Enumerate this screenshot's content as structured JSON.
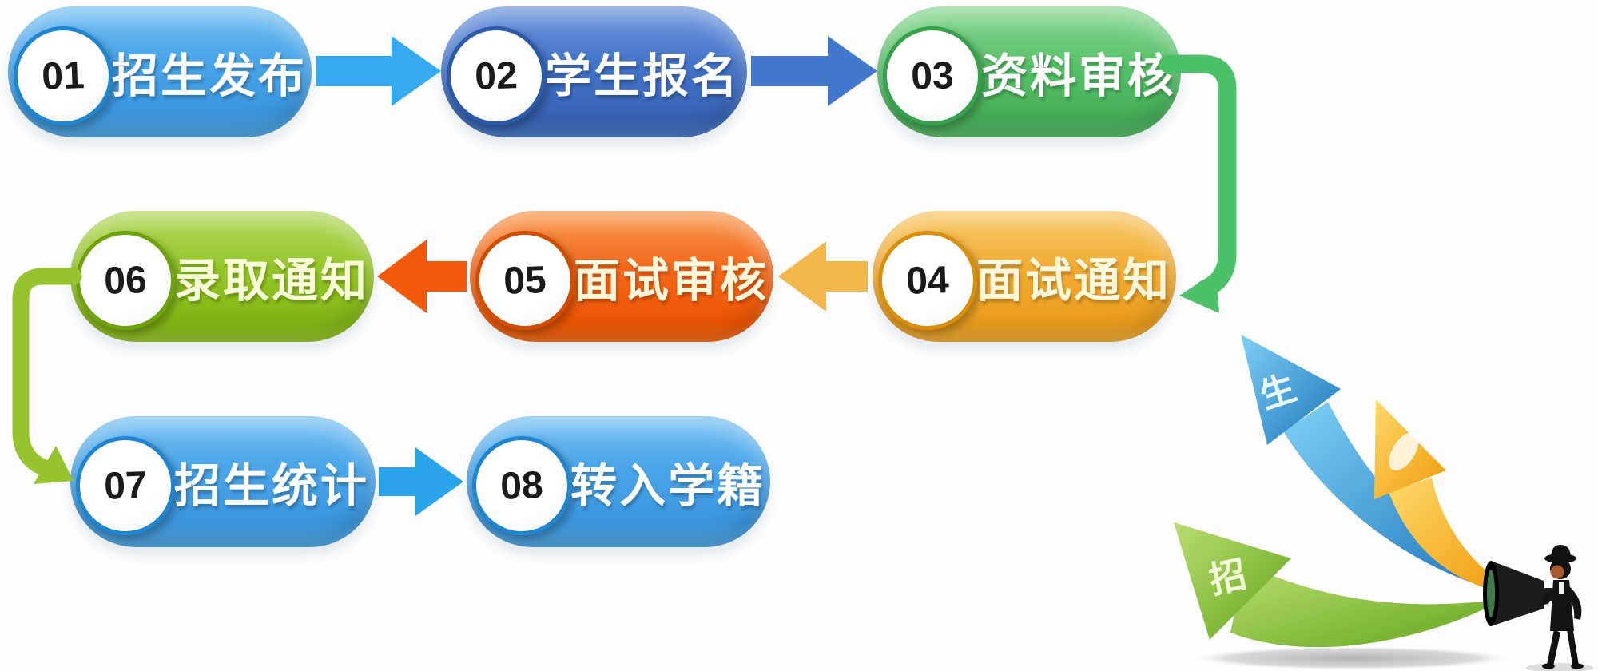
{
  "page": {
    "background": "#fefefe"
  },
  "flow": {
    "steps": [
      {
        "id": "01",
        "label": "招生发布",
        "color": "#4aa5e9"
      },
      {
        "id": "02",
        "label": "学生报名",
        "color": "#4374c9"
      },
      {
        "id": "03",
        "label": "资料审核",
        "color": "#57c169"
      },
      {
        "id": "04",
        "label": "面试通知",
        "color": "#f2ab33"
      },
      {
        "id": "05",
        "label": "面试审核",
        "color": "#f3661a"
      },
      {
        "id": "06",
        "label": "录取通知",
        "color": "#94c527"
      },
      {
        "id": "07",
        "label": "招生统计",
        "color": "#4aa5e9"
      },
      {
        "id": "08",
        "label": "转入学籍",
        "color": "#4aa5e9"
      }
    ],
    "connectors": [
      {
        "from": "01",
        "to": "02",
        "shape": "block-arrow-right",
        "color": "#36a9ef"
      },
      {
        "from": "02",
        "to": "03",
        "shape": "block-arrow-right",
        "color": "#4478cd"
      },
      {
        "from": "03",
        "to": "04",
        "shape": "elbow-down-left",
        "color": "#4dc169"
      },
      {
        "from": "04",
        "to": "05",
        "shape": "block-arrow-left",
        "color": "#f3b64b"
      },
      {
        "from": "05",
        "to": "06",
        "shape": "block-arrow-left",
        "color": "#f3590a"
      },
      {
        "from": "06",
        "to": "07",
        "shape": "elbow-down-right",
        "color": "#97c42e"
      },
      {
        "from": "07",
        "to": "08",
        "shape": "block-arrow-right",
        "color": "#2ba3eb"
      }
    ]
  },
  "illustration": {
    "arrows": [
      {
        "color": "#2f9ad9",
        "label": "生"
      },
      {
        "color": "#f6a912",
        "label": ""
      },
      {
        "color": "#7cba33",
        "label": "招"
      }
    ],
    "figure": "person-with-megaphone"
  }
}
